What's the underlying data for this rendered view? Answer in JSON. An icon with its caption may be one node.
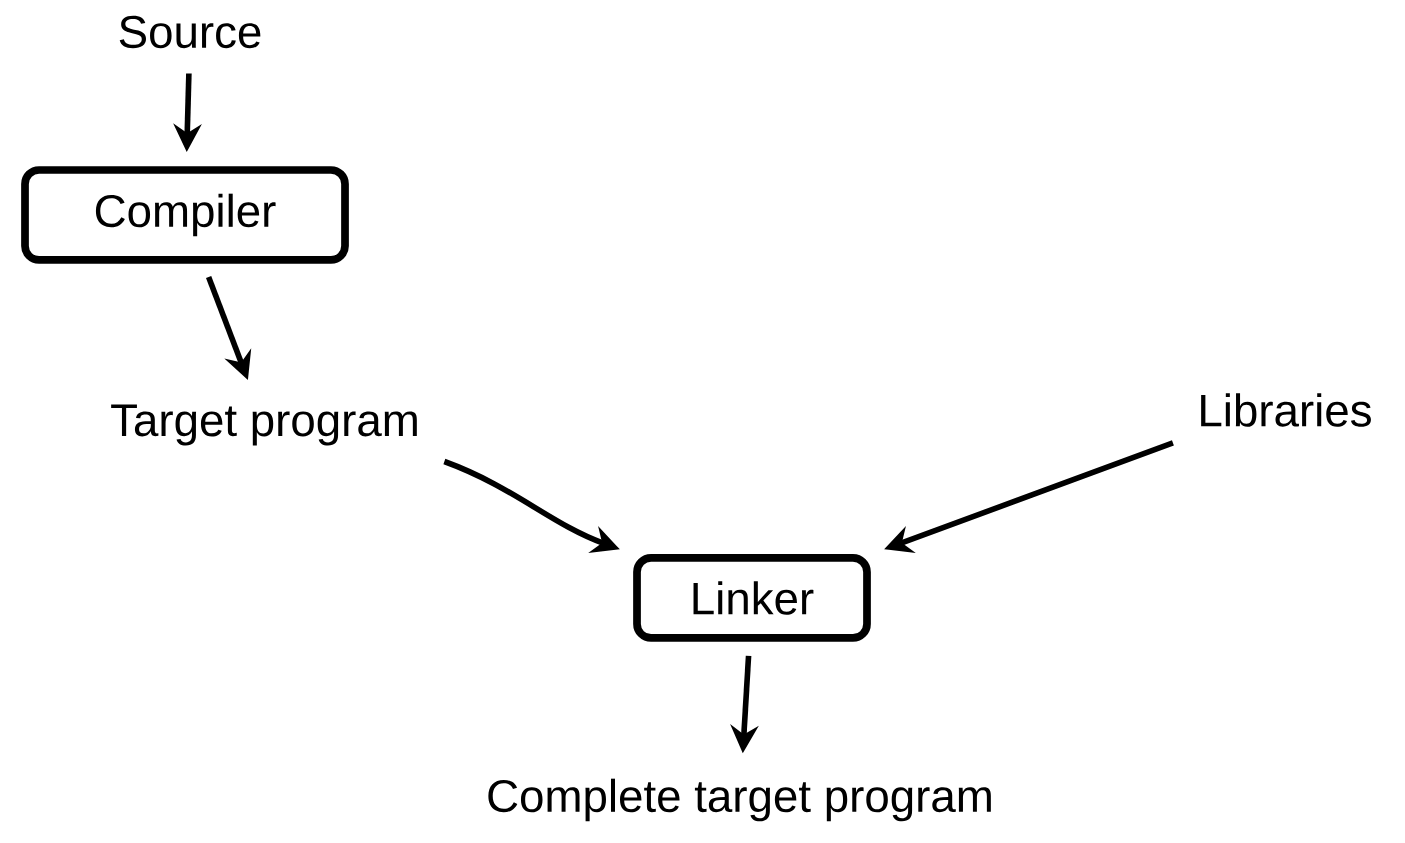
{
  "diagram": {
    "nodes": [
      {
        "text": [
          "Source"
        ]
      },
      {
        "text": [
          "Compiler"
        ]
      },
      {
        "text": [
          "Target program"
        ]
      },
      {
        "text": [
          "Libraries"
        ]
      },
      {
        "text": [
          "Linker"
        ]
      },
      {
        "text": [
          "Complete target program"
        ]
      }
    ],
    "edges": [
      {
        "from": 0,
        "to": 1,
        "arrow": "to"
      },
      {
        "from": 1,
        "to": 2,
        "arrow": "to"
      },
      {
        "from": 2,
        "to": 4,
        "arrow": "to"
      },
      {
        "from": 3,
        "to": 4,
        "arrow": "to"
      },
      {
        "from": 4,
        "to": 5,
        "arrow": "to"
      }
    ]
  }
}
